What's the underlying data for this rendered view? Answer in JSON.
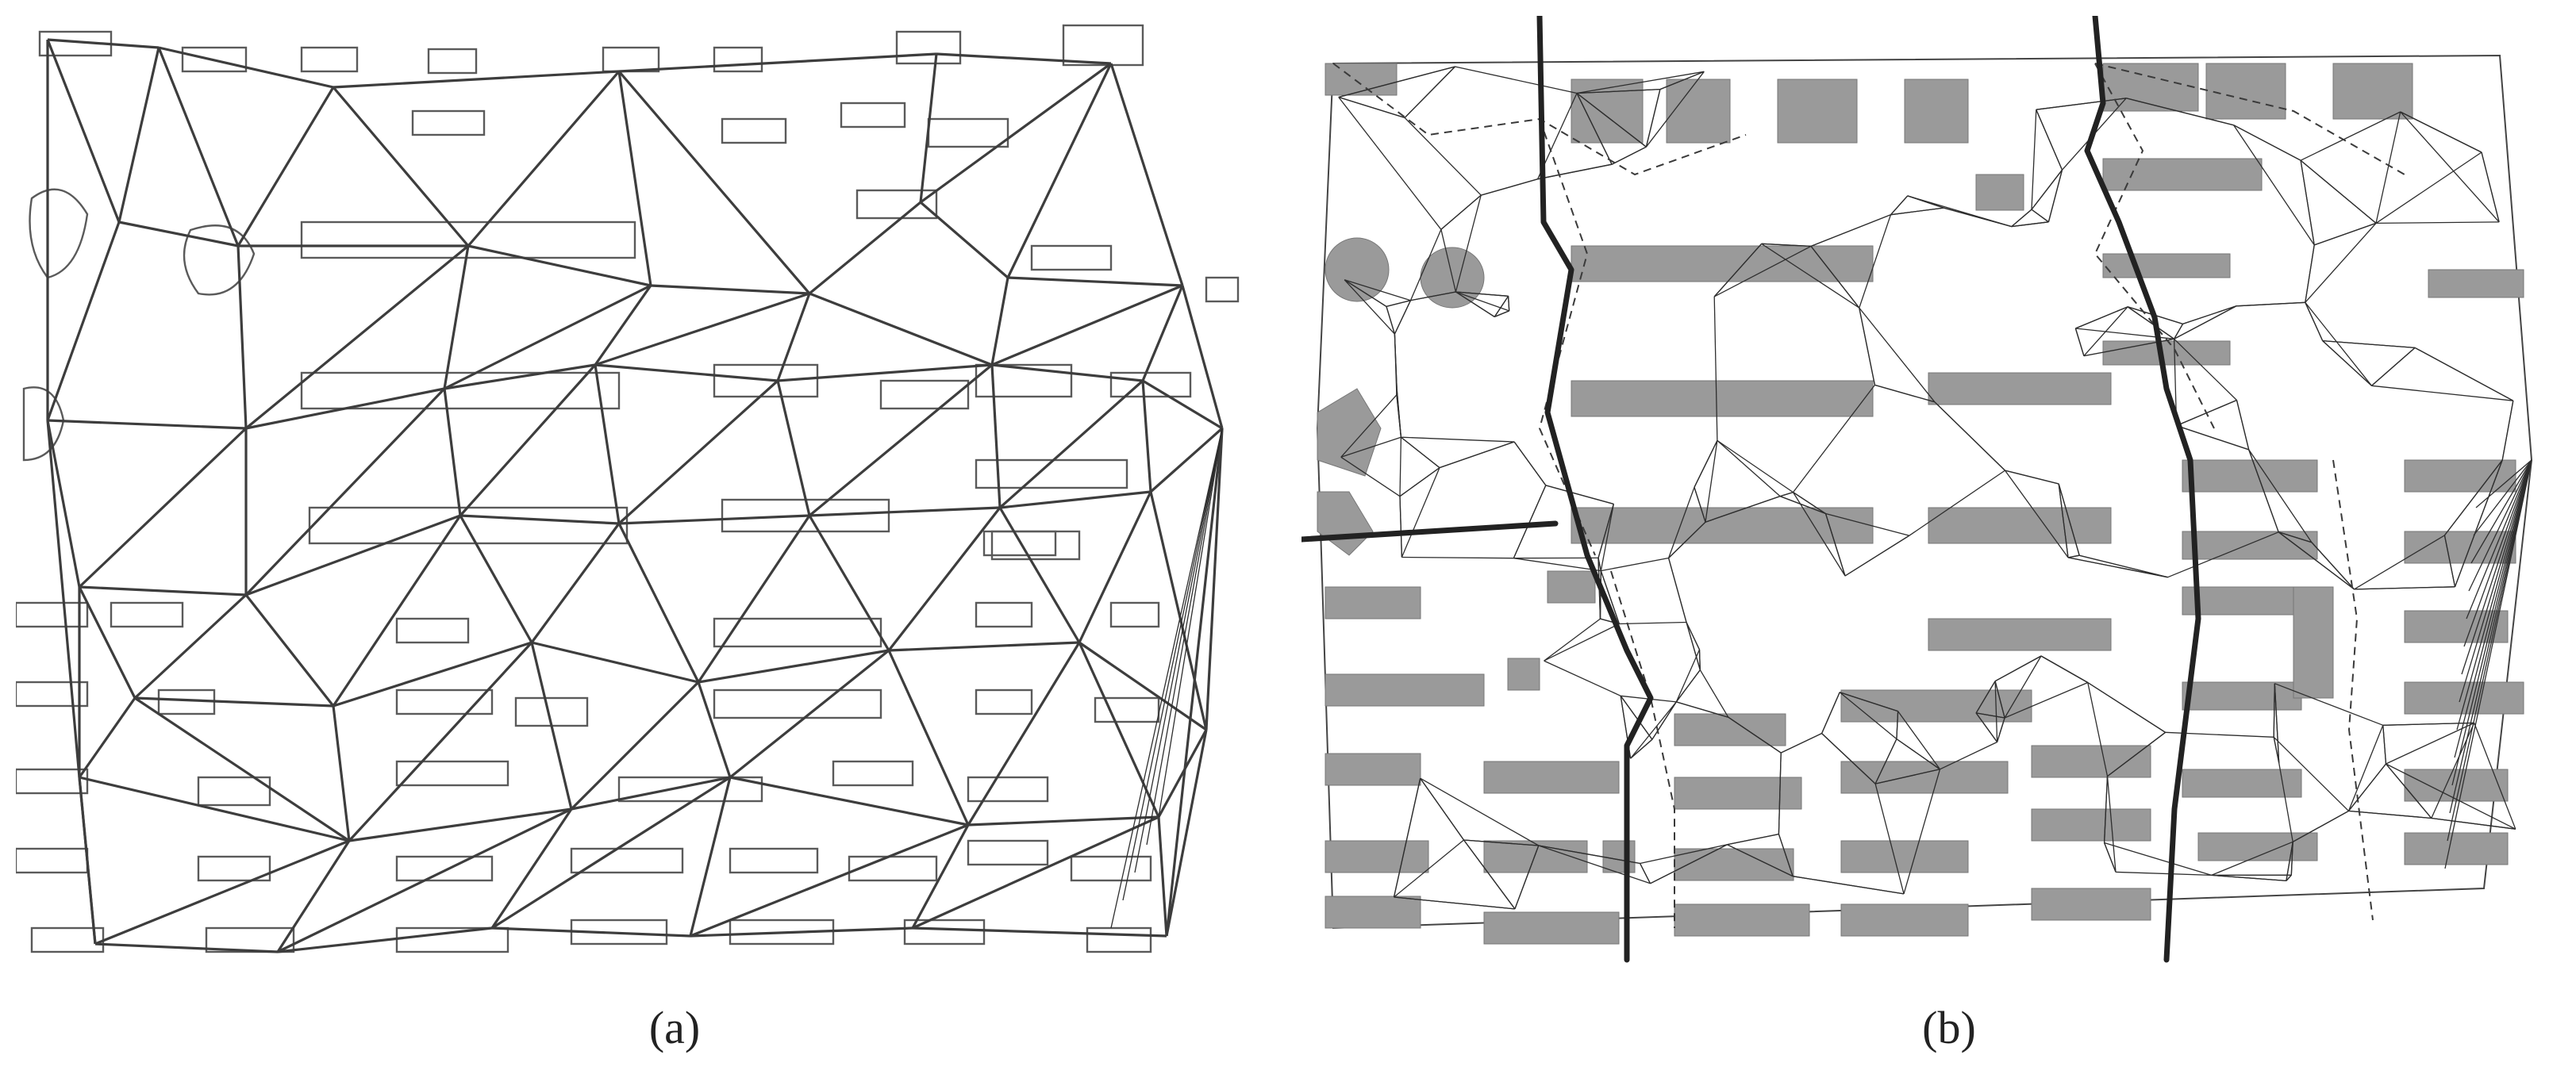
{
  "figure": {
    "panels": [
      {
        "id": "a",
        "caption": "(a)"
      },
      {
        "id": "b",
        "caption": "(b)"
      }
    ],
    "colors": {
      "background": "#ffffff",
      "edge_stroke": "#3d3d3d",
      "building_fill": "#9a9a9a",
      "road_stroke": "#222222"
    }
  }
}
